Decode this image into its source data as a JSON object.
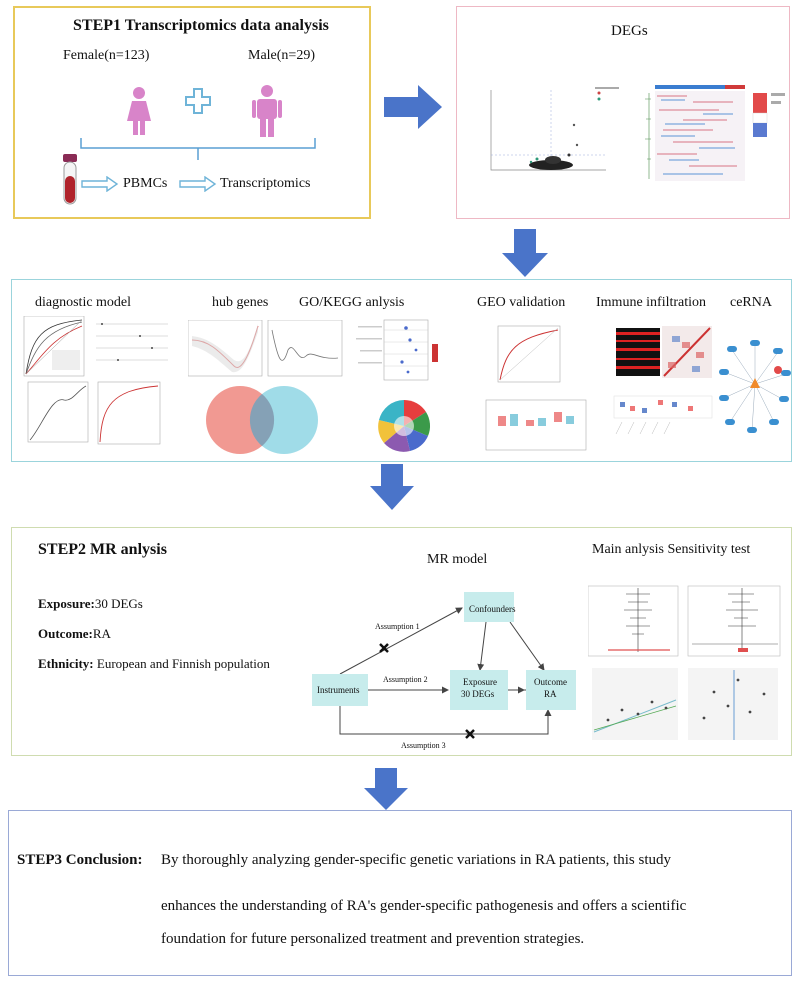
{
  "colors": {
    "step1_border": "#e8c95a",
    "degs_border": "#eeb8c4",
    "step1b_border": "#9bd4dc",
    "step2_border": "#cfdcb0",
    "step3_border": "#9aa9d6",
    "arrow": "#4a74c9",
    "female": "#d884c9",
    "node": "#c7ecec"
  },
  "step1": {
    "title": "STEP1 Transcriptomics data  analysis",
    "female_label": "Female(n=123)",
    "male_label": "Male(n=29)",
    "pbmcs": "PBMCs",
    "transcriptomics": "Transcriptomics",
    "icons": [
      "female-icon",
      "plus-icon",
      "male-icon",
      "blood-tube-icon"
    ]
  },
  "degs": {
    "title": "DEGs"
  },
  "analyses": {
    "diagnostic_model": "diagnostic model",
    "hub_genes": "hub genes",
    "go_kegg": "GO/KEGG anlysis",
    "geo_validation": "GEO validation",
    "immune_infiltration": "Immune infiltration",
    "cerna": "ceRNA"
  },
  "step2": {
    "title": "STEP2 MR anlysis",
    "exposure_label": "Exposure:",
    "exposure_value": "30 DEGs",
    "outcome_label": "Outcome:",
    "outcome_value": "RA",
    "ethnicity_label": "Ethnicity:",
    "ethnicity_value": " European and Finnish population",
    "mr_model_title": "MR model",
    "main_title": "Main anlysis Sensitivity test",
    "nodes": {
      "confounders": "Confounders",
      "instruments": "Instruments",
      "exposure_line1": "Exposure",
      "exposure_line2": "30 DEGs",
      "outcome_line1": "Outcome",
      "outcome_line2": "RA"
    },
    "assumptions": {
      "a1": "Assumption 1",
      "a2": "Assumption 2",
      "a3": "Assumption 3"
    }
  },
  "step3": {
    "label": "STEP3 Conclusion:",
    "line1": "By thoroughly analyzing gender-specific genetic variations in RA patients, this study",
    "line2": "enhances the understanding of RA's gender-specific pathogenesis and offers a scientific",
    "line3": "foundation for future personalized treatment and prevention strategies."
  }
}
